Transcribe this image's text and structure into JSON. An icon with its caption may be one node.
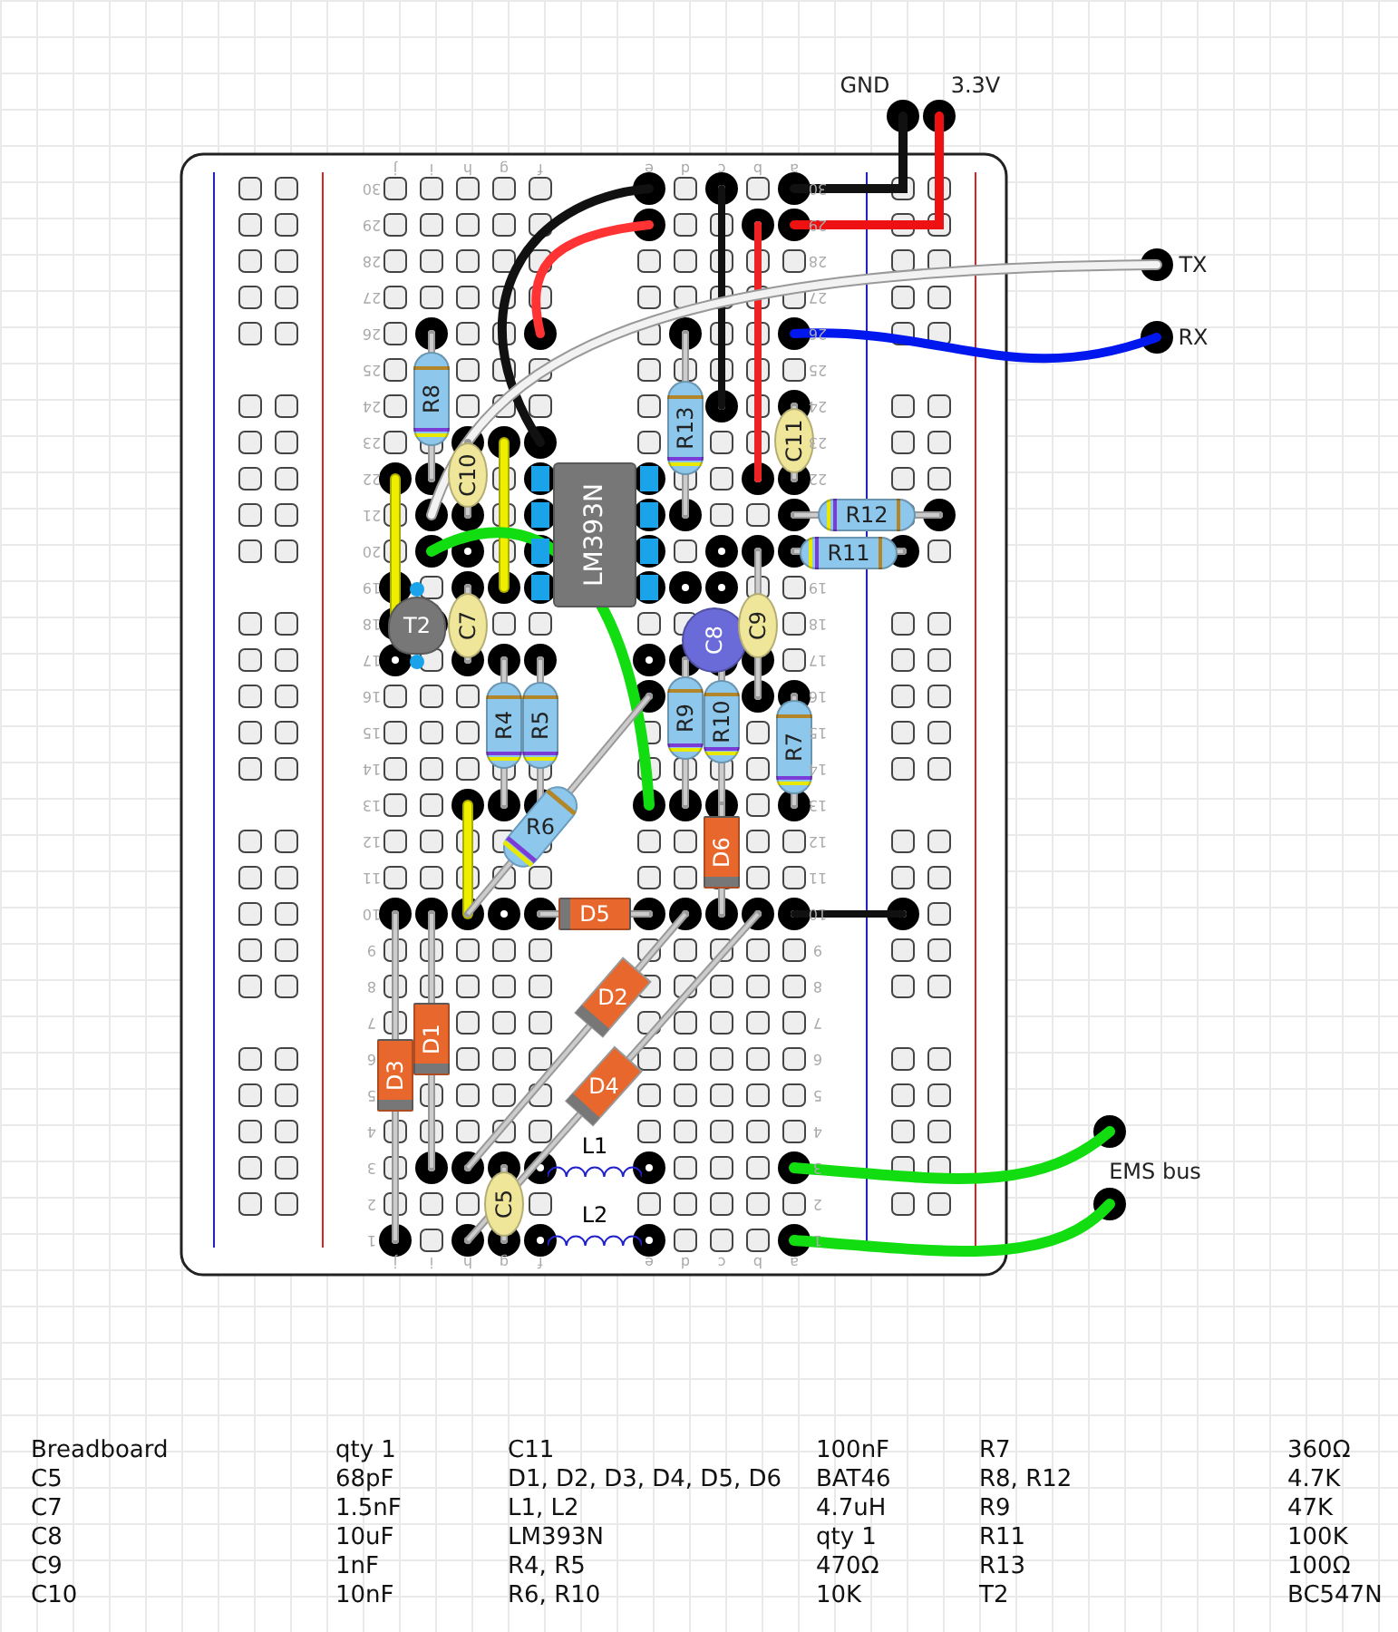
{
  "diagram": {
    "nodes": [
      {
        "text": [
          "R8"
        ]
      },
      {
        "text": [
          "C10"
        ]
      },
      {
        "text": [
          "LM393N"
        ]
      },
      {
        "text": [
          "R13"
        ]
      },
      {
        "text": [
          "C11"
        ]
      },
      {
        "text": [
          "R12"
        ]
      },
      {
        "text": [
          "R11"
        ]
      },
      {
        "text": [
          "T2"
        ]
      },
      {
        "text": [
          "C7"
        ]
      },
      {
        "text": [
          "C8"
        ]
      },
      {
        "text": [
          "C9"
        ]
      },
      {
        "text": [
          "R9"
        ]
      },
      {
        "text": [
          "R10"
        ]
      },
      {
        "text": [
          "R4"
        ]
      },
      {
        "text": [
          "R5"
        ]
      },
      {
        "text": [
          "R6"
        ]
      },
      {
        "text": [
          "R7"
        ]
      },
      {
        "text": [
          "D6"
        ]
      },
      {
        "text": [
          "D5"
        ]
      },
      {
        "text": [
          "D1"
        ]
      },
      {
        "text": [
          "D3"
        ]
      },
      {
        "text": [
          "D2"
        ]
      },
      {
        "text": [
          "D4"
        ]
      },
      {
        "text": [
          "L1"
        ]
      },
      {
        "text": [
          "L2"
        ]
      },
      {
        "text": [
          "C5"
        ]
      }
    ],
    "labels": [
      "GND",
      "3.3V",
      "j",
      "i",
      "h",
      "g",
      "f",
      "e",
      "d",
      "c",
      "b",
      "a",
      "TX",
      "RX",
      "30",
      "29",
      "28",
      "27",
      "26",
      "25",
      "24",
      "23",
      "22",
      "21",
      "20",
      "19",
      "18",
      "17",
      "16",
      "15",
      "14",
      "13",
      "12",
      "11",
      "10",
      "9",
      "8",
      "7",
      "6",
      "5",
      "4",
      "3",
      "2",
      "1",
      "30",
      "29",
      "28",
      "27",
      "26",
      "25",
      "24",
      "23",
      "22",
      "19",
      "18",
      "17",
      "16",
      "15",
      "14",
      "13",
      "12",
      "11",
      "10",
      "9",
      "8",
      "7",
      "6",
      "5",
      "4",
      "3",
      "2",
      "1",
      "j",
      "i",
      "h",
      "g",
      "f",
      "e",
      "d",
      "c",
      "b",
      "a",
      "EMS bus",
      "Breadboard",
      "qty 1",
      "C11",
      "100nF",
      "R7",
      "360Ω",
      "C5",
      "68pF",
      "D1, D2, D3, D4, D5, D6",
      "BAT46",
      "R8, R12",
      "4.7K",
      "C7",
      "1.5nF",
      "L1, L2",
      "4.7uH",
      "R9",
      "47K",
      "C8",
      "10uF",
      "LM393N",
      "qty 1",
      "R11",
      "100K",
      "C9",
      "1nF",
      "R4, R5",
      "470Ω",
      "R13",
      "100Ω",
      "C10",
      "10nF",
      "R6, R10",
      "10K",
      "T2",
      "BC547N"
    ]
  }
}
